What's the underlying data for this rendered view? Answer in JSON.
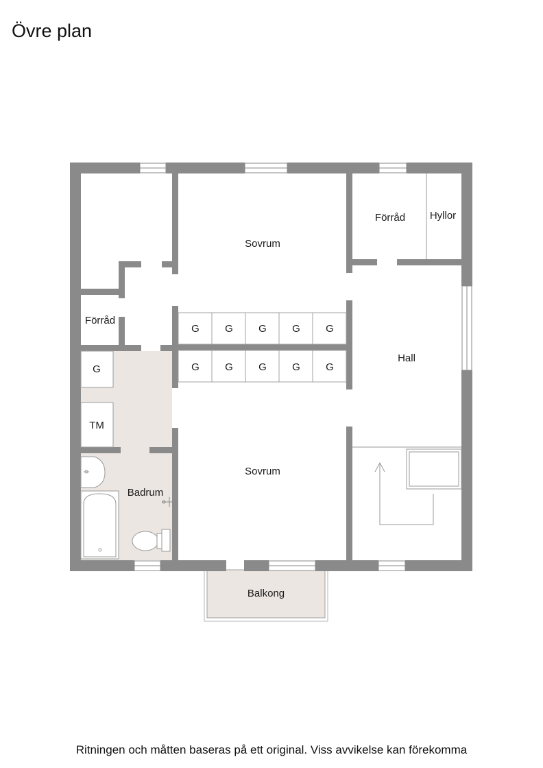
{
  "title": "Övre plan",
  "disclaimer": "Ritningen och måtten baseras på ett original. Viss avvikelse kan förekomma",
  "colors": {
    "wall": "#8a8a8a",
    "wet_floor": "#ebe6e1",
    "line": "#9a9a9a"
  },
  "rooms": {
    "sovrum_top": "Sovrum",
    "sovrum_bottom": "Sovrum",
    "forrad_right": "Förråd",
    "hyllor": "Hyllor",
    "forrad_left": "Förråd",
    "hall": "Hall",
    "badrum": "Badrum",
    "balkong": "Balkong",
    "g_left": "G",
    "tm": "TM"
  },
  "wardrobes_top": [
    "G",
    "G",
    "G",
    "G",
    "G"
  ],
  "wardrobes_bottom": [
    "G",
    "G",
    "G",
    "G",
    "G"
  ]
}
